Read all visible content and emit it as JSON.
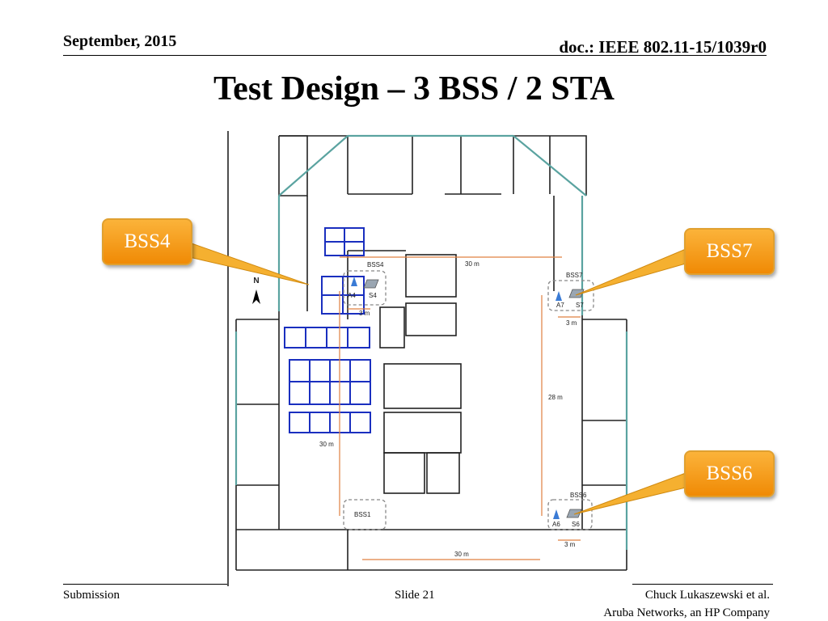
{
  "header": {
    "date": "September, 2015",
    "doc": "doc.: IEEE 802.11-15/1039r0"
  },
  "title": "Test Design – 3 BSS / 2 STA",
  "callouts": {
    "bss4": "BSS4",
    "bss7": "BSS7",
    "bss6": "BSS6"
  },
  "floorplan": {
    "north": "N",
    "bss_labels": {
      "bss4": "BSS4",
      "bss7": "BSS7",
      "bss6": "BSS6",
      "bss1": "BSS1"
    },
    "devices": {
      "a4": "A4",
      "s4": "S4",
      "a7": "A7",
      "s7": "S7",
      "a6": "A6",
      "s6": "S6"
    },
    "distances": {
      "d_top": "30 m",
      "d_left": "30 m",
      "d_right": "28 m",
      "d_bottom": "30 m",
      "sep_bss4": "3 m",
      "sep_bss7": "3 m",
      "sep_bss6": "3 m"
    }
  },
  "colors": {
    "callout": "#f5a020",
    "wall": "#222222",
    "exterior_glass": "#5aa3a0",
    "desks": "#1a2fbf",
    "measure": "#e08040",
    "ap_icon": "#3a7bd5"
  },
  "footer": {
    "submission": "Submission",
    "slide": "Slide 21",
    "author": "Chuck Lukaszewski et al.",
    "company": "Aruba Networks, an HP Company"
  }
}
